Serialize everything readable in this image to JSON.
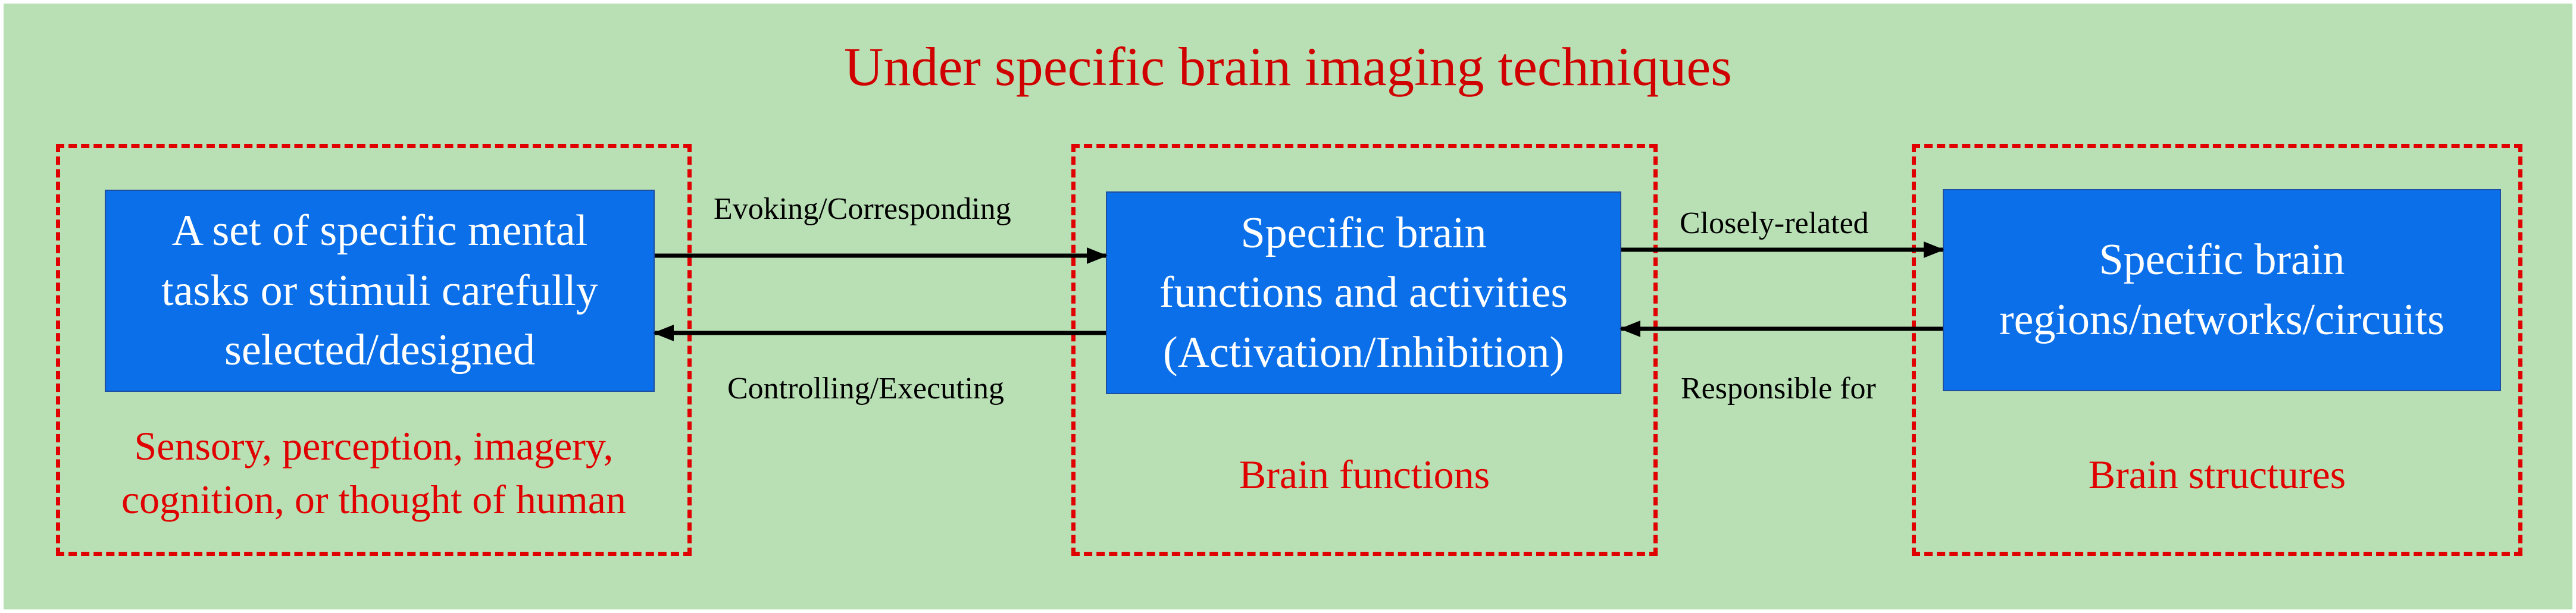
{
  "title": "Under specific brain imaging techniques",
  "colors": {
    "background": "#b9e0b4",
    "box_fill": "#0a6fe8",
    "accent_red": "#e00000",
    "arrow": "#000000"
  },
  "groups": [
    {
      "box_lines": [
        "A  set of specific mental",
        "tasks or stimuli carefully",
        "selected/designed"
      ],
      "caption_lines": [
        "Sensory, perception, imagery,",
        "cognition, or thought  of human"
      ]
    },
    {
      "box_lines": [
        "Specific brain",
        "functions and activities",
        "(Activation/Inhibition)"
      ],
      "caption_lines": [
        "Brain functions"
      ]
    },
    {
      "box_lines": [
        "Specific brain",
        "regions/networks/circuits"
      ],
      "caption_lines": [
        "Brain structures"
      ]
    }
  ],
  "arrows": {
    "evoking": "Evoking/Corresponding",
    "controlling": "Controlling/Executing",
    "closely_related": "Closely-related",
    "responsible": "Responsible for"
  }
}
